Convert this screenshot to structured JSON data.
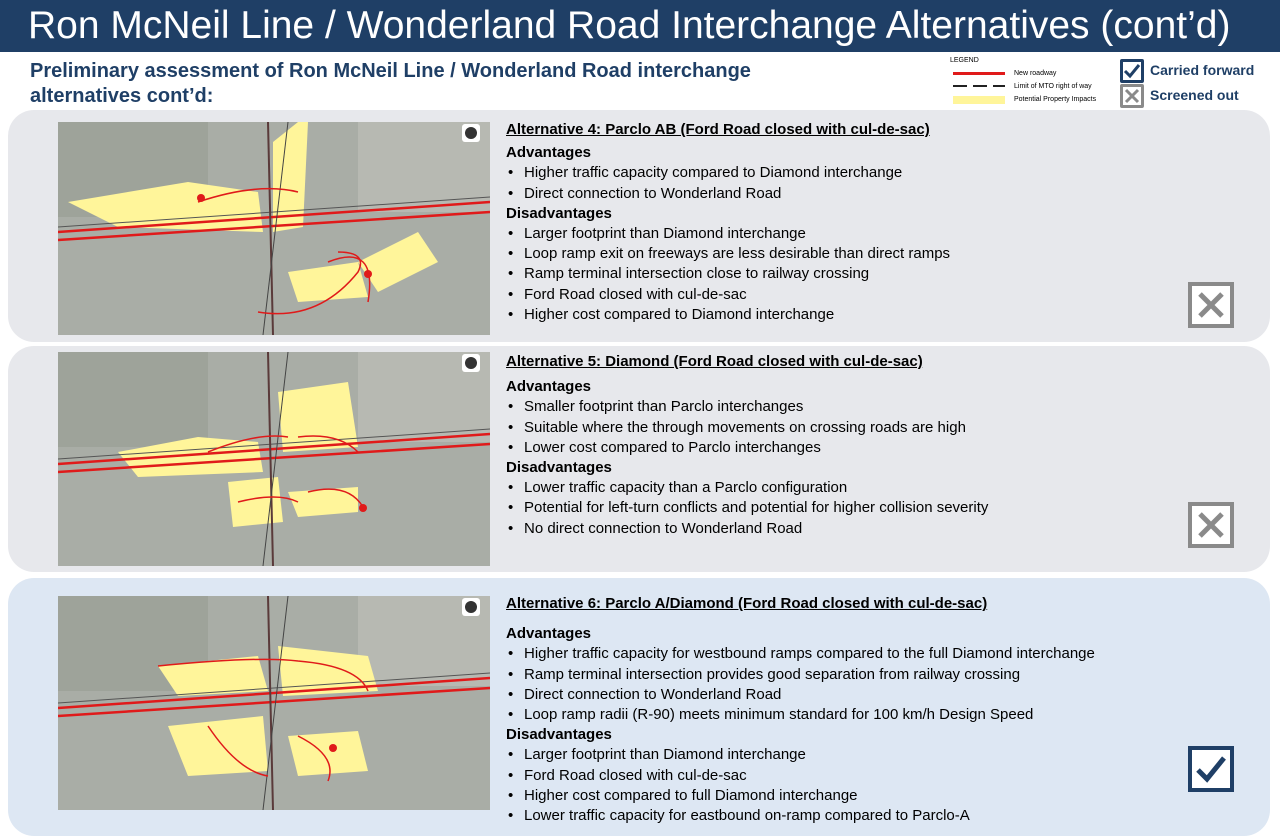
{
  "header": {
    "title": "Ron McNeil Line / Wonderland Road Interchange Alternatives (cont’d)",
    "subtitle": "Preliminary assessment of Ron McNeil Line / Wonderland Road interchange alternatives cont’d:"
  },
  "legend": {
    "title": "LEGEND",
    "items": [
      {
        "label": "New roadway",
        "swatch": "red-line"
      },
      {
        "label": "Limit of MTO right of way",
        "swatch": "black-dashed-line"
      },
      {
        "label": "Potential Property Impacts",
        "swatch": "yellow-fill"
      }
    ]
  },
  "key": {
    "carried": {
      "label": "Carried forward",
      "icon": "checkbox-check-icon"
    },
    "screened": {
      "label": "Screened out",
      "icon": "checkbox-x-icon"
    }
  },
  "colors": {
    "header_bg": "#1f3f66",
    "accent": "#1f3f66",
    "panel_grey": "#e7e8ec",
    "panel_blue": "#dde7f3",
    "new_roadway": "#e01a1a",
    "property_impact": "#fff59a",
    "screened_grey": "#8a8a8a"
  },
  "alternatives": [
    {
      "title": "Alternative 4: Parclo AB (Ford Road closed with cul-de-sac)",
      "advantages_label": "Advantages",
      "advantages": [
        "Higher traffic capacity compared to Diamond interchange",
        "Direct connection to Wonderland Road"
      ],
      "disadvantages_label": "Disadvantages",
      "disadvantages": [
        "Larger footprint than Diamond interchange",
        "Loop ramp exit on freeways are less desirable than direct ramps",
        "Ramp terminal intersection close to railway crossing",
        "Ford Road closed with cul-de-sac",
        "Higher cost compared to Diamond interchange"
      ],
      "status": "screened-out",
      "map_icon": "north-arrow-icon"
    },
    {
      "title": "Alternative 5: Diamond (Ford Road closed with cul-de-sac)",
      "advantages_label": "Advantages",
      "advantages": [
        "Smaller footprint than Parclo interchanges",
        "Suitable where the through movements on crossing roads are high",
        "Lower cost compared to Parclo interchanges"
      ],
      "disadvantages_label": "Disadvantages",
      "disadvantages": [
        "Lower traffic capacity than a Parclo configuration",
        "Potential for left-turn conflicts and potential for higher collision severity",
        "No direct connection to Wonderland Road"
      ],
      "status": "screened-out",
      "map_icon": "north-arrow-icon"
    },
    {
      "title": "Alternative 6: Parclo A/Diamond (Ford Road closed with cul-de-sac)",
      "advantages_label": "Advantages",
      "advantages": [
        "Higher traffic capacity for westbound ramps compared to the full Diamond interchange",
        "Ramp terminal intersection provides good separation from railway crossing",
        "Direct connection to Wonderland Road",
        "Loop ramp radii (R-90) meets minimum standard for 100 km/h Design Speed"
      ],
      "disadvantages_label": "Disadvantages",
      "disadvantages": [
        "Larger footprint than Diamond interchange",
        "Ford Road closed with cul-de-sac",
        "Higher cost compared to full Diamond interchange",
        "Lower traffic capacity for eastbound on-ramp compared to Parclo-A"
      ],
      "status": "carried-forward",
      "map_icon": "north-arrow-icon"
    }
  ]
}
